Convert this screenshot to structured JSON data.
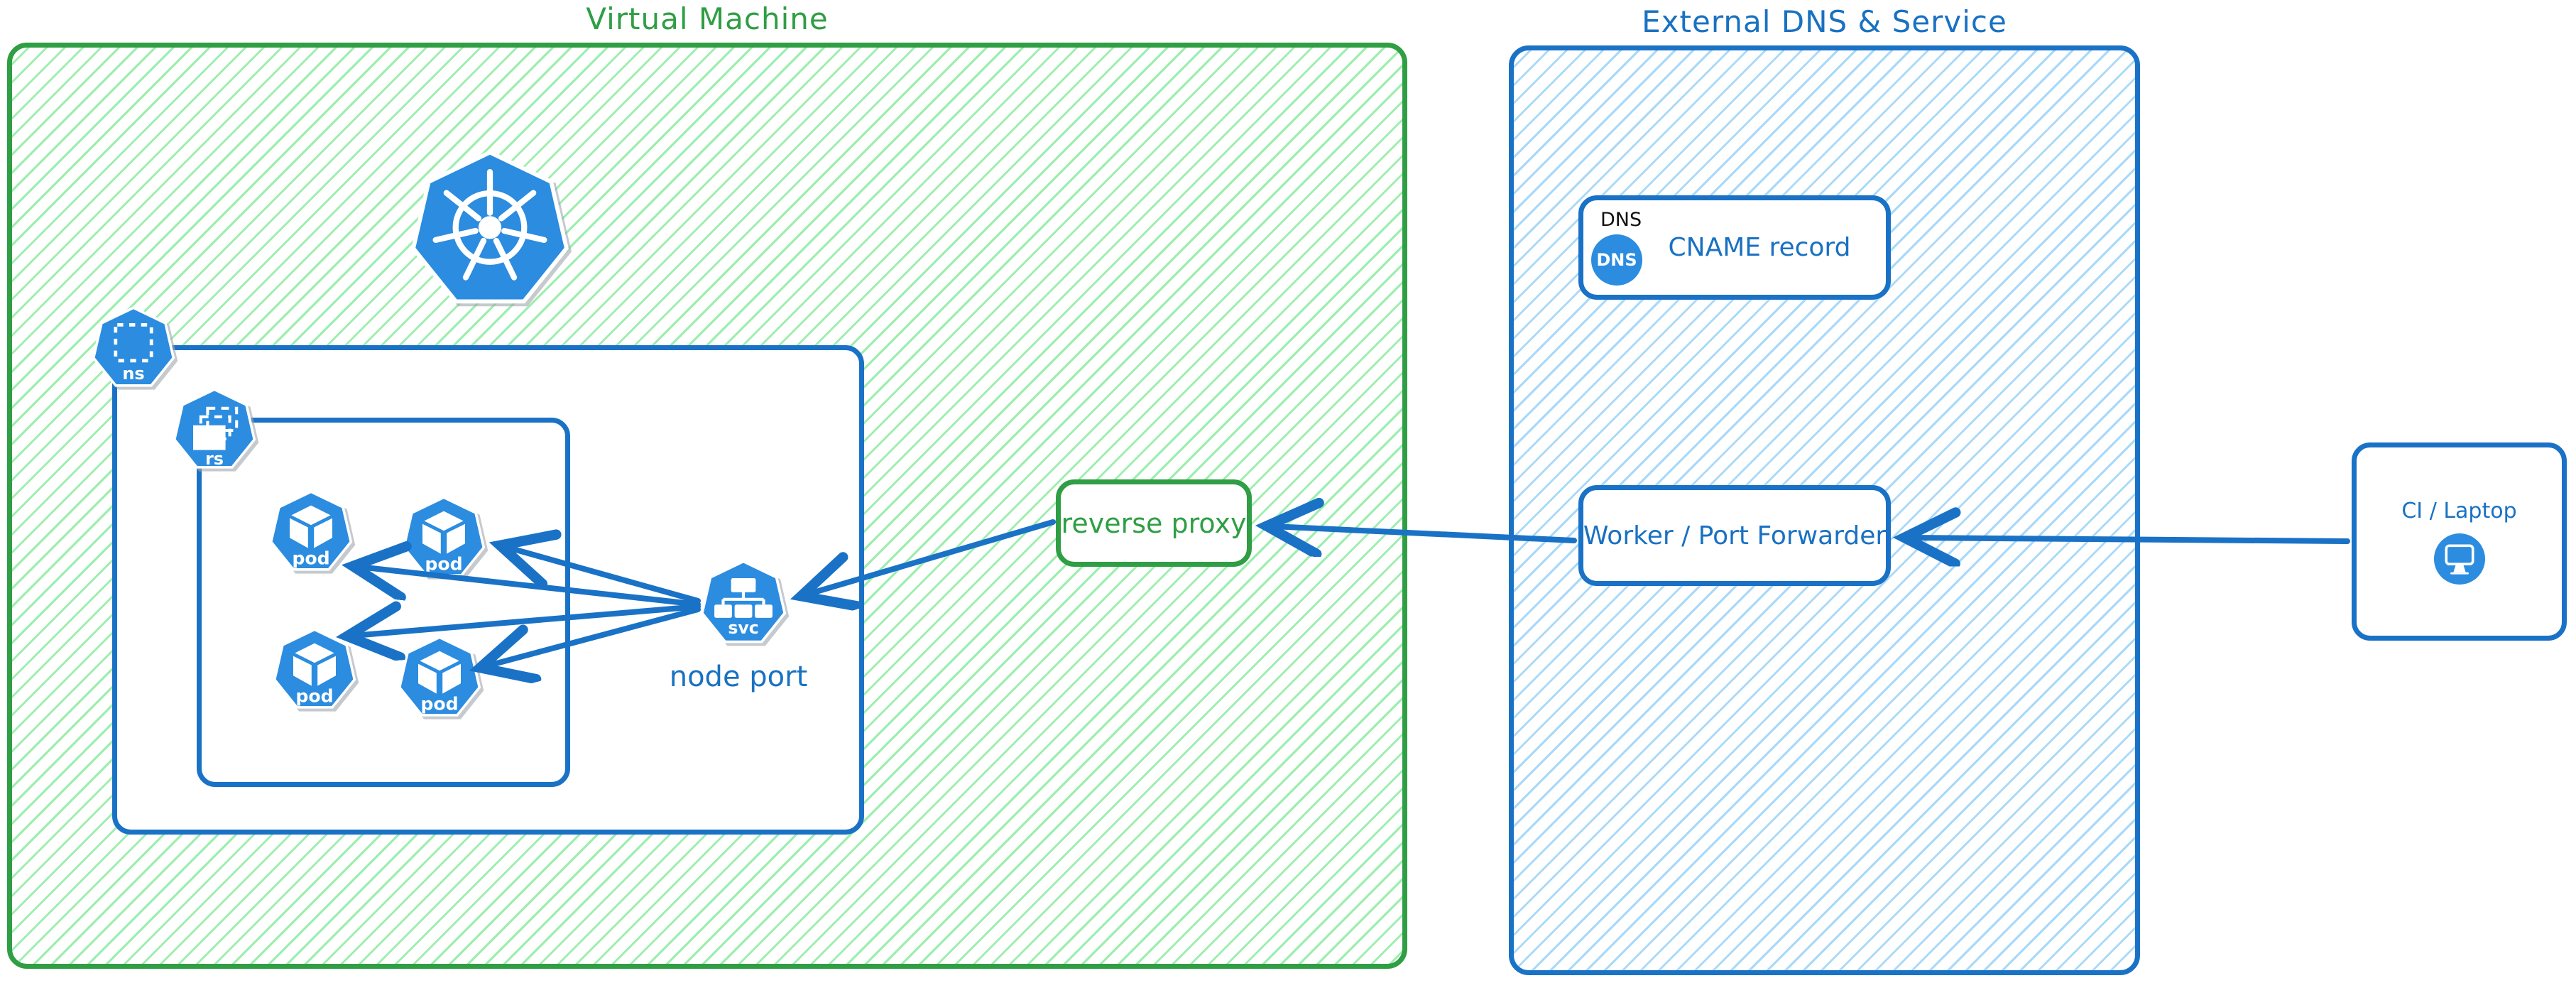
{
  "diagram": {
    "vm_group": {
      "title": "Virtual Machine",
      "namespace_icon_label": "ns",
      "replicaset_icon_label": "rs",
      "pod_icon_label": "pod",
      "service_icon_label": "svc",
      "node_port_caption": "node port",
      "pod_count": 4
    },
    "reverse_proxy": {
      "label": "reverse proxy"
    },
    "external_group": {
      "title": "External DNS & Service",
      "dns_card": {
        "tag": "DNS",
        "icon_label": "DNS",
        "label": "CNAME record"
      },
      "worker_card": {
        "label": "Worker / Port Forwarder"
      }
    },
    "client_card": {
      "label": "CI / Laptop"
    },
    "edges": [
      {
        "from": "ci-laptop",
        "to": "worker-port-forwarder"
      },
      {
        "from": "worker-port-forwarder",
        "to": "reverse-proxy"
      },
      {
        "from": "reverse-proxy",
        "to": "node-port-service"
      },
      {
        "from": "node-port-service",
        "to": "pod-top-left"
      },
      {
        "from": "node-port-service",
        "to": "pod-top-right"
      },
      {
        "from": "node-port-service",
        "to": "pod-bottom-left"
      },
      {
        "from": "node-port-service",
        "to": "pod-bottom-right"
      }
    ],
    "colors": {
      "green_stroke": "#2f9e44",
      "green_hatch": "#9ceead",
      "blue_stroke": "#1971c2",
      "blue_hatch": "#a9d9f9",
      "icon_fill": "#2b8ce0",
      "text_black": "#111111"
    }
  }
}
